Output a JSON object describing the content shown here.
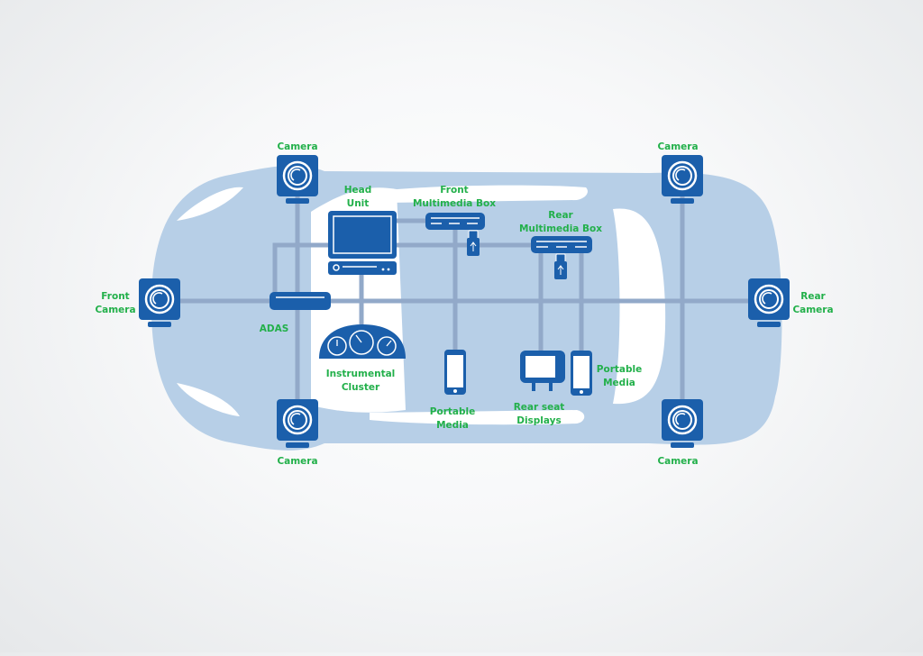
{
  "title": "In-vehicle network architecture",
  "colors": {
    "car_body": "#b7cfe7",
    "device": "#1b5fab",
    "bus_line": "#92a9c9",
    "label": "#22b04a",
    "window": "#ffffff"
  },
  "nodes": {
    "camera_front_top": {
      "label": "Camera",
      "icon": "camera-icon"
    },
    "camera_front_bottom": {
      "label": "Camera",
      "icon": "camera-icon"
    },
    "camera_rear_top": {
      "label": "Camera",
      "icon": "camera-icon"
    },
    "camera_rear_bottom": {
      "label": "Camera",
      "icon": "camera-icon"
    },
    "front_camera": {
      "label_lines": [
        "Front",
        "Camera"
      ],
      "icon": "camera-icon"
    },
    "rear_camera": {
      "label_lines": [
        "Rear",
        "Camera"
      ],
      "icon": "camera-icon"
    },
    "adas": {
      "label": "ADAS",
      "icon": "ecu-box-icon"
    },
    "head_unit": {
      "label_lines": [
        "Head",
        "Unit"
      ],
      "icon": "computer-monitor-icon"
    },
    "front_multimedia_box": {
      "label_lines": [
        "Front",
        "Multimedia Box"
      ],
      "icon": "multimedia-box-icon",
      "accessory": "usb-stick-icon"
    },
    "rear_multimedia_box": {
      "label_lines": [
        "Rear",
        "Multimedia Box"
      ],
      "icon": "multimedia-box-icon",
      "accessory": "usb-stick-icon"
    },
    "instrumental_cluster": {
      "label_lines": [
        "Instrumental",
        "Cluster"
      ],
      "icon": "gauge-cluster-icon"
    },
    "portable_media_front": {
      "label_lines": [
        "Portable",
        "Media"
      ],
      "icon": "smartphone-icon"
    },
    "portable_media_rear": {
      "label_lines": [
        "Portable",
        "Media"
      ],
      "icon": "smartphone-icon"
    },
    "rear_seat_displays": {
      "label_lines": [
        "Rear seat",
        "Displays"
      ],
      "icon": "headrest-display-icon"
    }
  },
  "connections": [
    [
      "front_camera",
      "adas"
    ],
    [
      "adas",
      "rear_camera"
    ],
    [
      "camera_front_top",
      "camera_front_bottom"
    ],
    [
      "camera_rear_top",
      "camera_rear_bottom"
    ],
    [
      "head_unit",
      "front_multimedia_box"
    ],
    [
      "head_unit",
      "rear_multimedia_box"
    ],
    [
      "head_unit",
      "instrumental_cluster"
    ],
    [
      "front_multimedia_box",
      "portable_media_front"
    ],
    [
      "rear_multimedia_box",
      "rear_seat_displays"
    ],
    [
      "rear_multimedia_box",
      "portable_media_rear"
    ]
  ]
}
